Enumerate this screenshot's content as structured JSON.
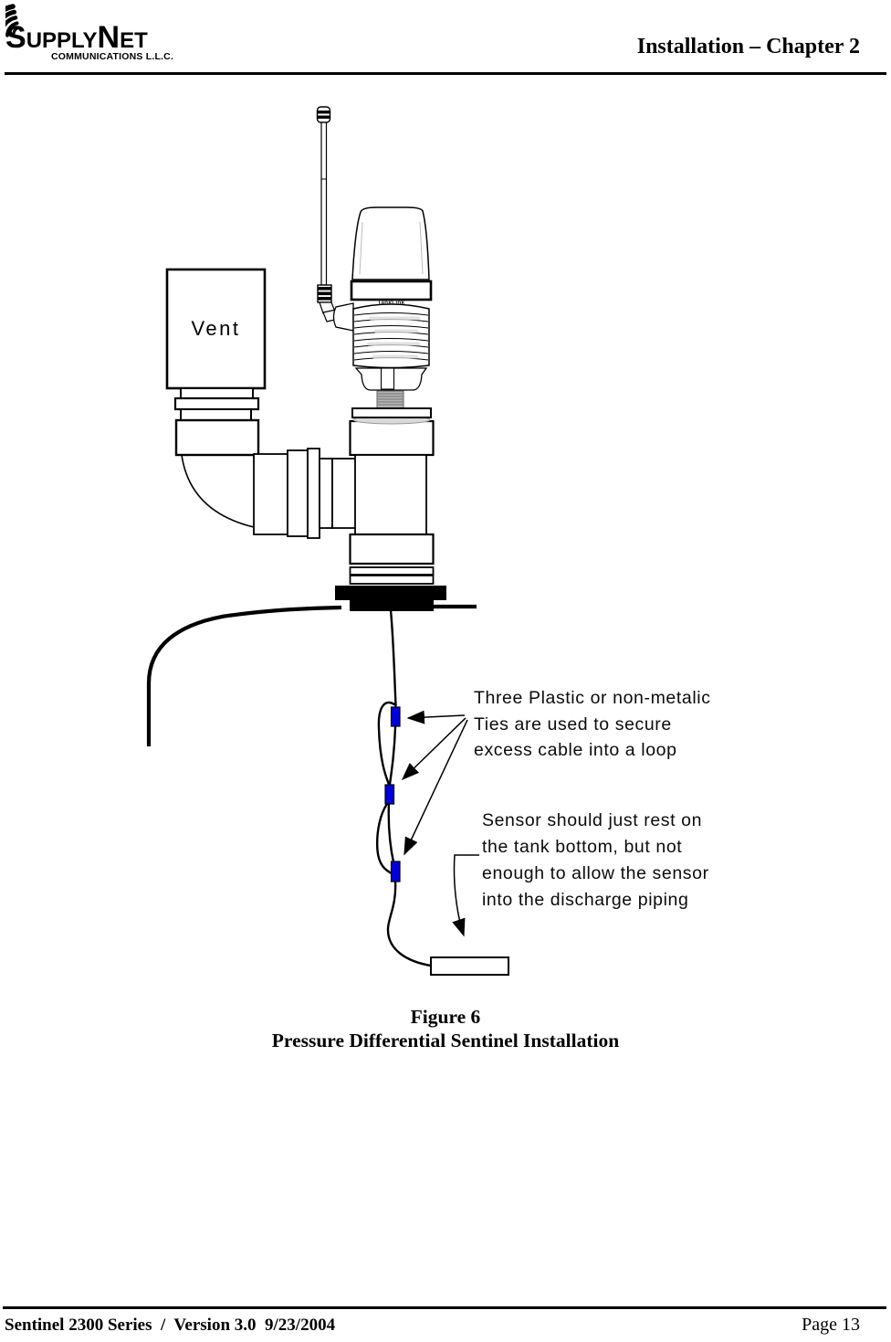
{
  "header": {
    "logo_s1": "S",
    "logo_s2": "UPPLY",
    "logo_s3": "N",
    "logo_s4": "ET",
    "logo_sub": "COMMUNICATIONS L.L.C.",
    "chapter_title": "Installation – Chapter 2"
  },
  "diagram": {
    "vent_label": "Vent",
    "device_label": "TankLink",
    "tie_color": "#0000dc",
    "ties_note": "Three Plastic or non-metalic\nTies are used to secure\nexcess cable into a loop",
    "sensor_note": "Sensor should just rest on\nthe tank bottom, but not\nenough to allow the sensor\ninto the discharge piping"
  },
  "caption": {
    "figure": "Figure 6",
    "title": "Pressure Differential Sentinel Installation"
  },
  "footer": {
    "left": "Sentinel 2300 Series  /  Version 3.0  9/23/2004",
    "right": "Page 13"
  }
}
